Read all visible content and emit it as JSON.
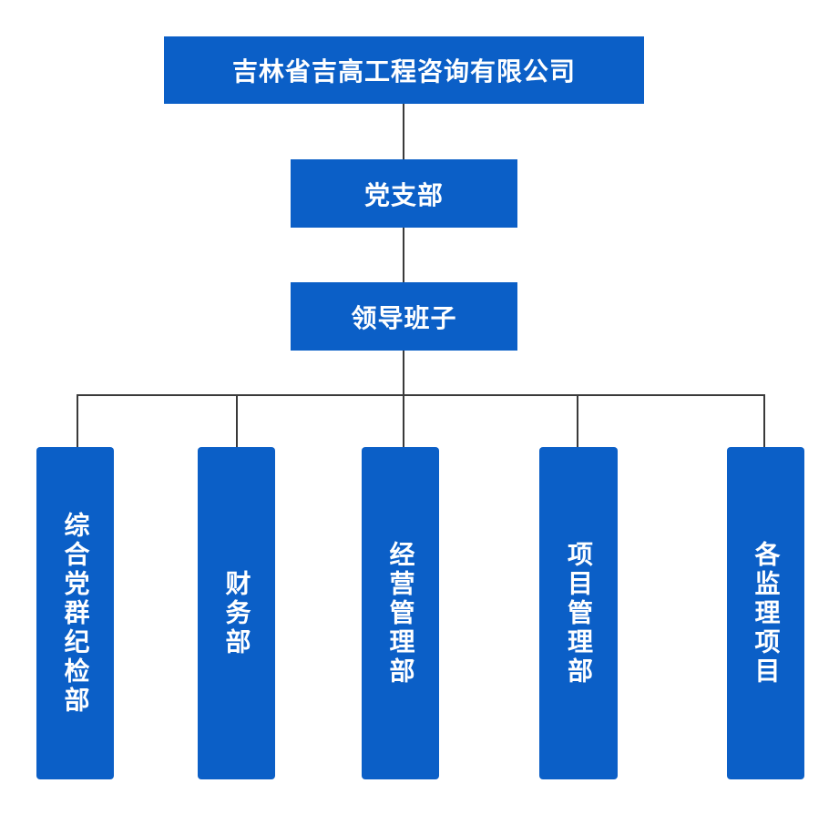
{
  "colors": {
    "box_fill": "#0b5fc7",
    "connector": "#3a3a3a",
    "text": "#ffffff"
  },
  "org": {
    "company": "吉林省吉高工程咨询有限公司",
    "party_branch": "党支部",
    "leadership": "领导班子",
    "departments": [
      "综合党群纪检部",
      "财务部",
      "经营管理部",
      "项目管理部",
      "各监理项目"
    ]
  }
}
